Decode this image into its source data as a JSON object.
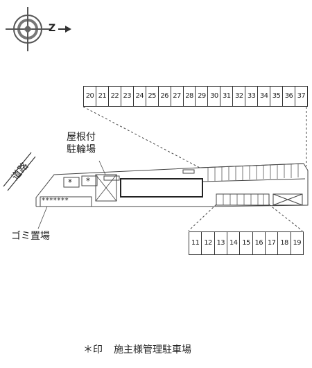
{
  "compass": {
    "letter": "Z",
    "icon": "compass-rose-icon"
  },
  "parking_top": {
    "spaces": [
      "20",
      "21",
      "22",
      "23",
      "24",
      "25",
      "26",
      "27",
      "28",
      "29",
      "30",
      "31",
      "32",
      "33",
      "34",
      "35",
      "36",
      "37"
    ]
  },
  "parking_bottom": {
    "spaces": [
      "11",
      "12",
      "13",
      "14",
      "15",
      "16",
      "17",
      "18",
      "19"
    ]
  },
  "labels": {
    "bike_parking_line1": "屋根付",
    "bike_parking_line2": "駐輪場",
    "road": "道路",
    "garbage": "ゴミ置場"
  },
  "marks": {
    "owner_mark": "*",
    "row_marks": "*******"
  },
  "legend": {
    "mark": "＊印",
    "text": "施主様管理駐車場"
  }
}
